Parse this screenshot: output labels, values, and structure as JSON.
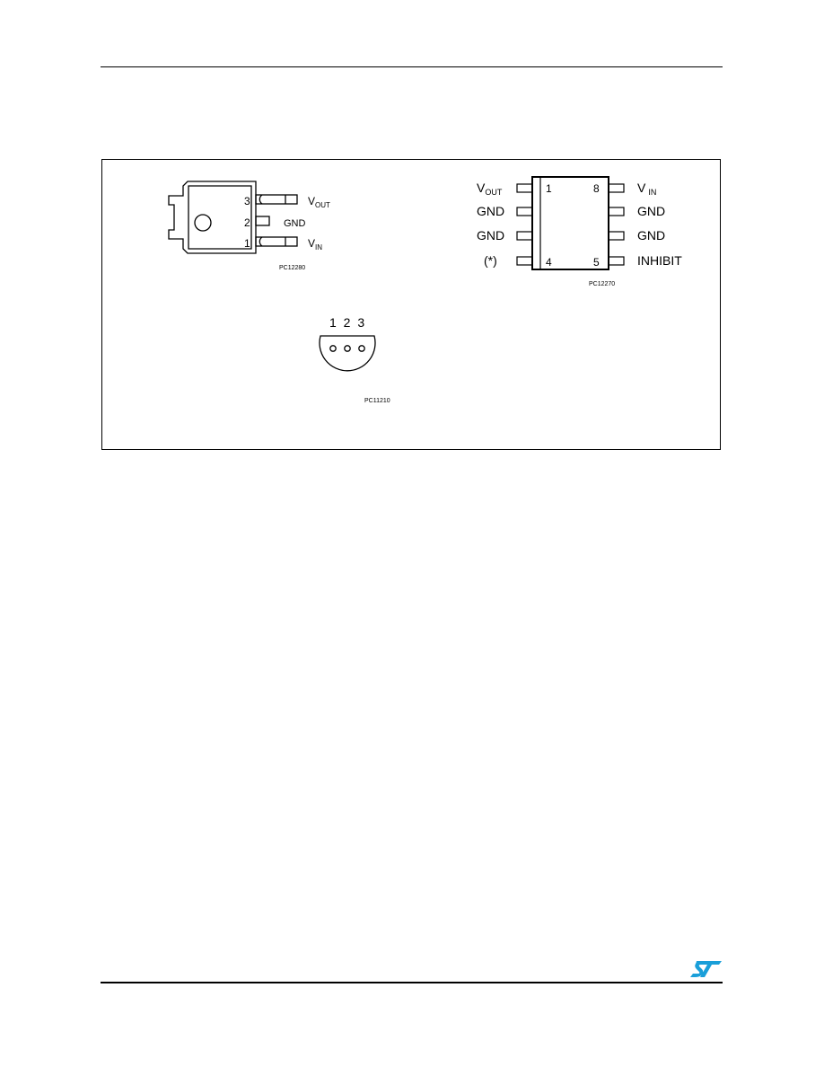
{
  "colors": {
    "logo": "#1a9fd9",
    "ink": "#000000"
  },
  "dpak": {
    "pin3": "3",
    "pin2": "2",
    "pin1": "1",
    "vout_v": "V",
    "vout_sub": "OUT",
    "gnd": "GND",
    "vin_v": "V",
    "vin_sub": "IN",
    "code": "PC12280"
  },
  "so8": {
    "pin1": "1",
    "pin8": "8",
    "pin4": "4",
    "pin5": "5",
    "left_vout_v": "V",
    "left_vout_sub": "OUT",
    "left_gnd_a": "GND",
    "left_gnd_b": "GND",
    "left_star": "(*)",
    "right_vin_v": "V",
    "right_vin_sub": "IN",
    "right_gnd_a": "GND",
    "right_gnd_b": "GND",
    "right_inhibit": "INHIBIT",
    "code": "PC12270"
  },
  "to92": {
    "pins": "1 2 3",
    "code": "PC11210"
  },
  "footer": {
    "logo_icon": "st-logo-icon"
  }
}
